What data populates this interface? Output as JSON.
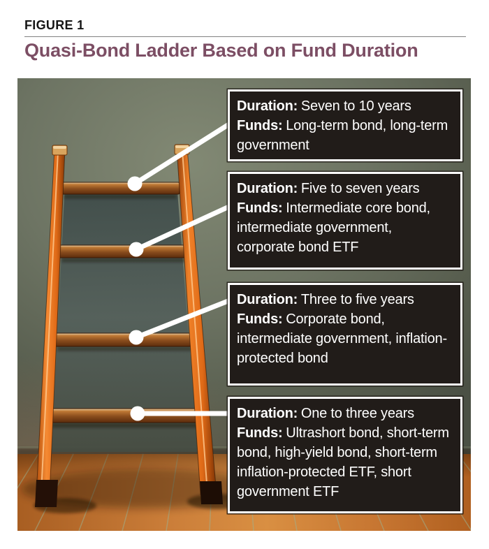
{
  "figure": {
    "label": "FIGURE 1",
    "title": "Quasi-Bond Ladder Based on Fund Duration"
  },
  "callouts": [
    {
      "duration_label": "Duration:",
      "duration_text": "Seven to 10 years",
      "funds_label": "Funds:",
      "funds_text": "Long-term bond, long-term government"
    },
    {
      "duration_label": "Duration:",
      "duration_text": "Five to seven years",
      "funds_label": "Funds:",
      "funds_text": "Intermediate core bond, intermediate government, corporate bond ETF"
    },
    {
      "duration_label": "Duration:",
      "duration_text": "Three to five years",
      "funds_label": "Funds:",
      "funds_text": "Corporate bond, intermediate government, inflation-protected bond"
    },
    {
      "duration_label": "Duration:",
      "duration_text": "One to three years",
      "funds_label": "Funds:",
      "funds_text": "Ultrashort bond, short-term bond, high-yield bond, short-term inflation-protected ETF, short government ETF"
    }
  ],
  "illustration": {
    "description": "Orange wooden ladder with four rungs leaning against a green-gray wall on an orange wood-plank floor",
    "rung_count": 4
  },
  "colors": {
    "title_accent": "#7c4e64",
    "callout_background": "#211c19",
    "callout_border": "#ffffff",
    "wall": "#6d7463",
    "ladder_orange": "#e06a17",
    "floor_wood": "#c87a33",
    "connector": "#ffffff"
  }
}
